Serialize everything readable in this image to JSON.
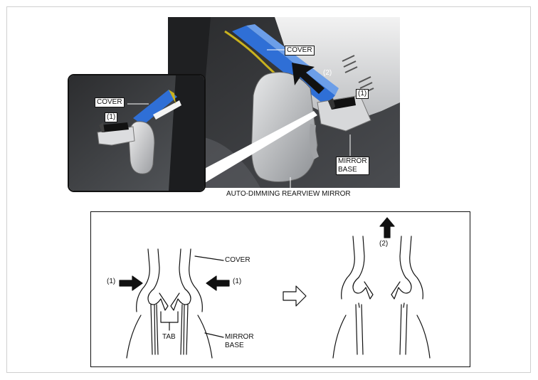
{
  "photo_labels": {
    "cover": "COVER",
    "step2": "(2)",
    "step1": "(1)",
    "mirror_base": "MIRROR\nBASE",
    "mirror_name": "AUTO-DIMMING REARVIEW MIRROR"
  },
  "inset_labels": {
    "cover": "COVER",
    "step1": "(1)"
  },
  "diagram_labels": {
    "left_step1": "(1)",
    "right_step1": "(1)",
    "cover": "COVER",
    "tab": "TAB",
    "mirror_base": "MIRROR\nBASE",
    "step2": "(2)"
  },
  "colors": {
    "cover_blue": "#2f6fd6",
    "photo_background": "#3a3c3f",
    "mirror_body": "#cfd1d3",
    "wire_yellow": "#c9b21e"
  },
  "icons": {
    "push_arrow": "black-arrow",
    "lift_arrow": "up-arrow",
    "transition_arrow": "outline-right-arrow"
  }
}
